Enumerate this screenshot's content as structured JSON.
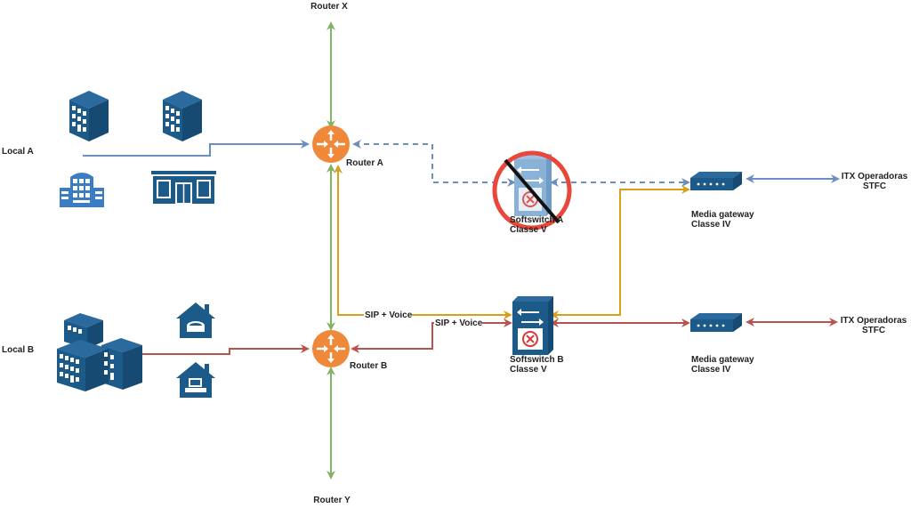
{
  "colors": {
    "blue": "#6c8ebf",
    "red": "#b85450",
    "green": "#82b366",
    "orange": "#d6a11a",
    "router": "#f0883a",
    "device": "#1c5a8a",
    "forbidden": "#e8473a"
  },
  "labels": {
    "router_x": "Router X",
    "router_y": "Router Y",
    "router_a": "Router A",
    "router_b": "Router B",
    "local_a": "Local A",
    "local_b": "Local B",
    "softswitch_a": [
      "Softswitch A",
      "Classe V"
    ],
    "softswitch_b": [
      "Softswitch B",
      "Classe V"
    ],
    "media_gateway_top": [
      "Media gateway",
      "Classe IV"
    ],
    "media_gateway_bottom": [
      "Media gateway",
      "Classe IV"
    ],
    "itx_top": [
      "ITX Operadoras",
      "STFC"
    ],
    "itx_bottom": [
      "ITX Operadoras",
      "STFC"
    ],
    "sip_voice_1": "SIP + Voice",
    "sip_voice_2": "SIP + Voice"
  },
  "nodes": {
    "router_a": {
      "icon": "router-icon"
    },
    "router_b": {
      "icon": "router-icon"
    },
    "softswitch_a": {
      "icon": "softswitch-icon",
      "status": "disabled"
    },
    "softswitch_b": {
      "icon": "softswitch-icon",
      "status": "active"
    },
    "media_gateway_top": {
      "icon": "media-gateway-icon"
    },
    "media_gateway_bottom": {
      "icon": "media-gateway-icon"
    },
    "local_a_buildings": [
      "office-building-icon",
      "office-building-icon",
      "corporate-building-icon",
      "storefront-icon"
    ],
    "local_b_buildings": [
      "building-cluster-icon",
      "home-router-icon",
      "home-computer-icon"
    ]
  }
}
